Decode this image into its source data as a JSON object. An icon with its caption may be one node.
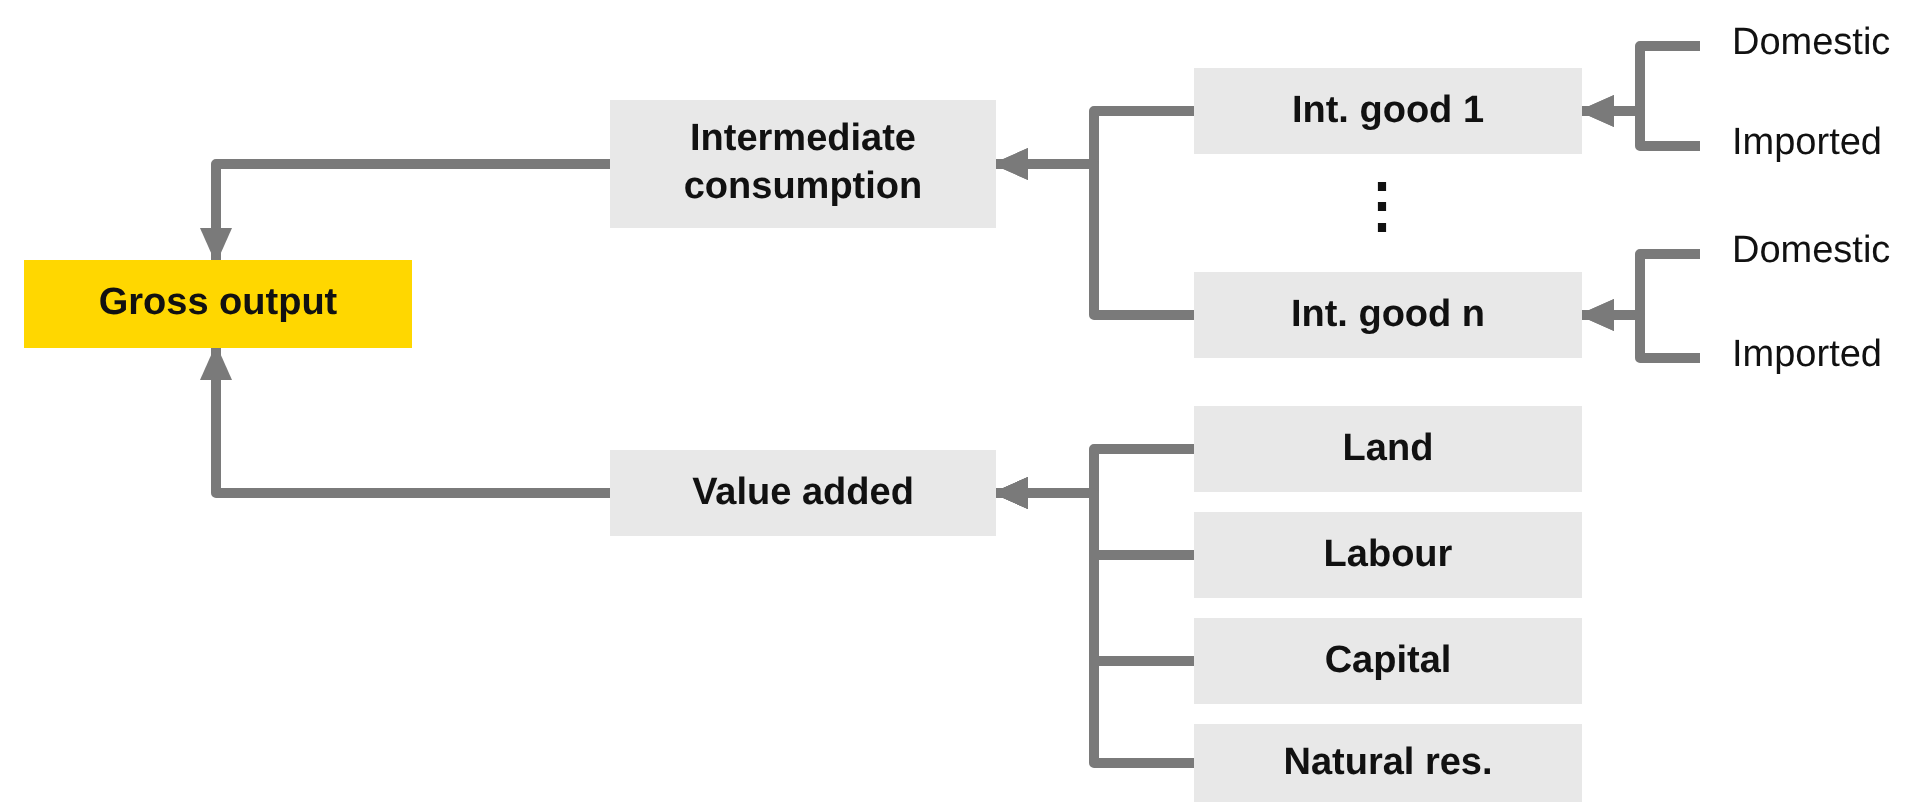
{
  "diagram": {
    "nodes": [
      {
        "text": [
          "Gross output"
        ]
      },
      {
        "text": [
          "Intermediate consumption"
        ]
      },
      {
        "text": [
          "Value added"
        ]
      },
      {
        "text": [
          "Int. good 1"
        ]
      },
      {
        "text": [
          "Int. good n"
        ]
      },
      {
        "text": [
          "Land"
        ]
      },
      {
        "text": [
          "Labour"
        ]
      },
      {
        "text": [
          "Capital"
        ]
      },
      {
        "text": [
          "Natural res."
        ]
      },
      {
        "text": [
          "Domestic"
        ]
      },
      {
        "text": [
          "Imported"
        ]
      },
      {
        "text": [
          "Domestic"
        ]
      },
      {
        "text": [
          "Imported"
        ]
      }
    ],
    "edges": [
      {
        "from": 1,
        "to": 0,
        "arrow": "to"
      },
      {
        "from": 2,
        "to": 0,
        "arrow": "to"
      },
      {
        "from": 3,
        "to": 1,
        "arrow": "to"
      },
      {
        "from": 4,
        "to": 1,
        "arrow": "to"
      },
      {
        "from": 5,
        "to": 2,
        "arrow": "to"
      },
      {
        "from": 6,
        "to": 2,
        "arrow": "to"
      },
      {
        "from": 7,
        "to": 2,
        "arrow": "to"
      },
      {
        "from": 8,
        "to": 2,
        "arrow": "to"
      },
      {
        "from": 9,
        "to": 3,
        "arrow": "to"
      },
      {
        "from": 10,
        "to": 3,
        "arrow": "to"
      },
      {
        "from": 11,
        "to": 4,
        "arrow": "to"
      },
      {
        "from": 12,
        "to": 4,
        "arrow": "to"
      }
    ],
    "labels": [
      "⋮"
    ]
  }
}
